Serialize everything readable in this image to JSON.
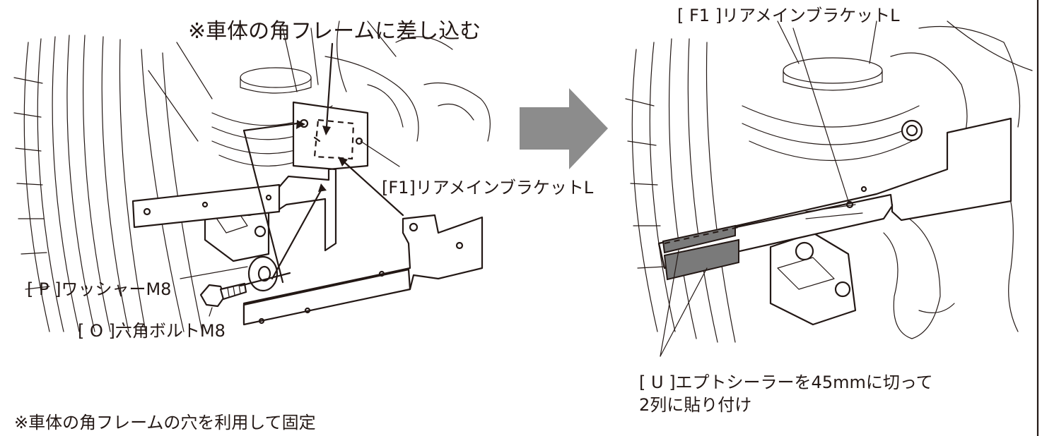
{
  "left_panel": {
    "note_top": "※車体の角フレームに差し込む",
    "bracket_label": "[F1]リアメインブラケットL",
    "washer_label": "[ P ]ワッシャーM8",
    "bolt_label": "[ O ]六角ボルトM8",
    "note_bottom": "※車体の角フレームの穴を利用して固定"
  },
  "right_panel": {
    "bracket_label": "[ F1 ]リアメインブラケットL",
    "sealer_label_line1": "[ U ]エプトシーラーを45mmに切って",
    "sealer_label_line2": "2列に貼り付け"
  },
  "colors": {
    "ink": "#231815",
    "arrow": "#8c8c8c",
    "sealer": "#7a7a7a",
    "background": "#ffffff"
  },
  "icons": {
    "step_arrow": "right-arrow-icon"
  }
}
